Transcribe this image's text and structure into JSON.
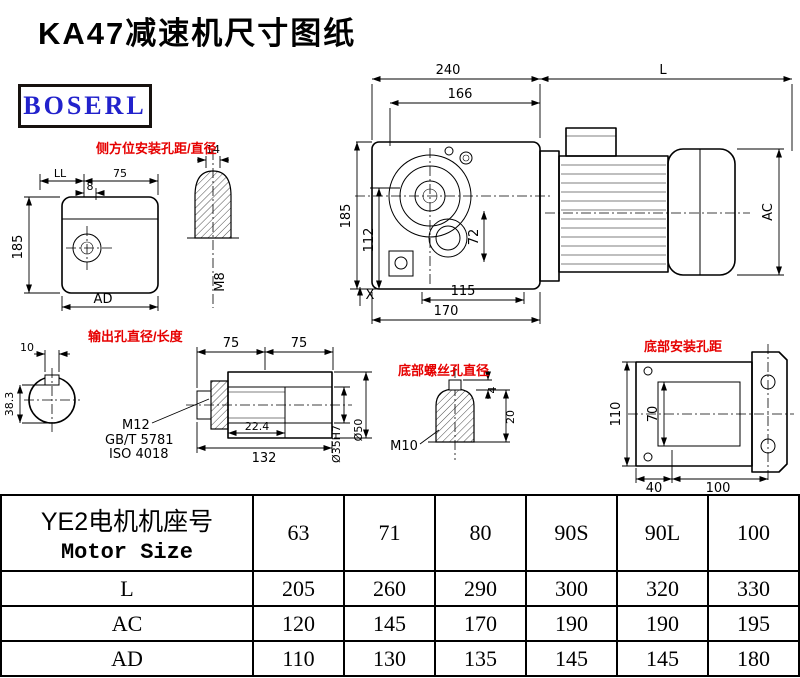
{
  "colors": {
    "accent-red": "#e60000",
    "logo-blue": "#2222cc",
    "line": "#000000"
  },
  "header": {
    "title": "KA47减速机尺寸图纸",
    "logo": "BOSERL"
  },
  "annotations": {
    "side_mount": "侧方位安装孔距/直径",
    "output_hole": "输出孔直径/长度",
    "bottom_screw": "底部螺丝孔直径",
    "bottom_mount": "底部安装孔距"
  },
  "dims": {
    "main": {
      "width_240": "240",
      "length_l": "L",
      "width_166": "166",
      "height_185": "185",
      "height_112": "112",
      "height_72": "72",
      "width_115": "115",
      "width_170": "170",
      "ac": "AC",
      "x_mark": "X"
    },
    "end_view": {
      "ll": "LL",
      "w75": "75",
      "w8": "8",
      "h185": "185",
      "ad": "AD"
    },
    "side_hole": {
      "d14": "14",
      "thread": "M8"
    },
    "shaft": {
      "key_w10": "10",
      "key_h383": "38.3",
      "len75a": "75",
      "len75b": "75",
      "len224": "22.4",
      "len132": "132",
      "thread": "M12",
      "std1": "GB/T 5781",
      "std2": "ISO 4018",
      "bore": "Ø35H7",
      "od": "Ø50"
    },
    "bottom_hole": {
      "d4": "4",
      "d20": "20",
      "thread": "M10"
    },
    "bottom_view": {
      "h110": "110",
      "h70": "70",
      "w40": "40",
      "w100": "100"
    }
  },
  "table": {
    "motor_header_cn": "YE2电机机座号",
    "motor_header_en": "Motor Size",
    "sizes": [
      "63",
      "71",
      "80",
      "90S",
      "90L",
      "100"
    ],
    "rows": [
      {
        "label": "L",
        "values": [
          "205",
          "260",
          "290",
          "300",
          "320",
          "330"
        ]
      },
      {
        "label": "AC",
        "values": [
          "120",
          "145",
          "170",
          "190",
          "190",
          "195"
        ]
      },
      {
        "label": "AD",
        "values": [
          "110",
          "130",
          "135",
          "145",
          "145",
          "180"
        ]
      }
    ]
  }
}
